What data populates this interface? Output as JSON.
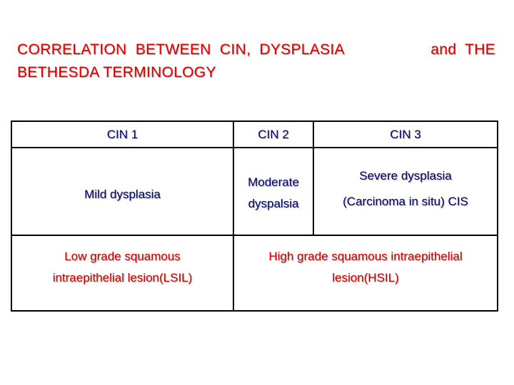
{
  "title": {
    "line1_left": "CORRELATION  BETWEEN  CIN,  DYSPLASIA",
    "line1_right": "and  THE",
    "line2": "BETHESDA TERMINOLOGY"
  },
  "table": {
    "header": [
      "CIN 1",
      "CIN 2",
      "CIN 3"
    ],
    "dysplasia": {
      "cin1": "Mild dysplasia",
      "cin2_line1": "Moderate",
      "cin2_line2": "dyspalsia",
      "cin3_line1": "Severe dysplasia",
      "cin3_line2": "(Carcinoma in situ) CIS"
    },
    "bethesda": {
      "lsil_line1": "Low grade squamous",
      "lsil_line2": "intraepithelial lesion(LSIL)",
      "hsil_line1": "High grade squamous intraepithelial",
      "hsil_line2": "lesion(HSIL)"
    }
  },
  "colors": {
    "title": "#e00000",
    "text": "#000066",
    "bethesda_text": "#cc0000",
    "border": "#000000"
  }
}
